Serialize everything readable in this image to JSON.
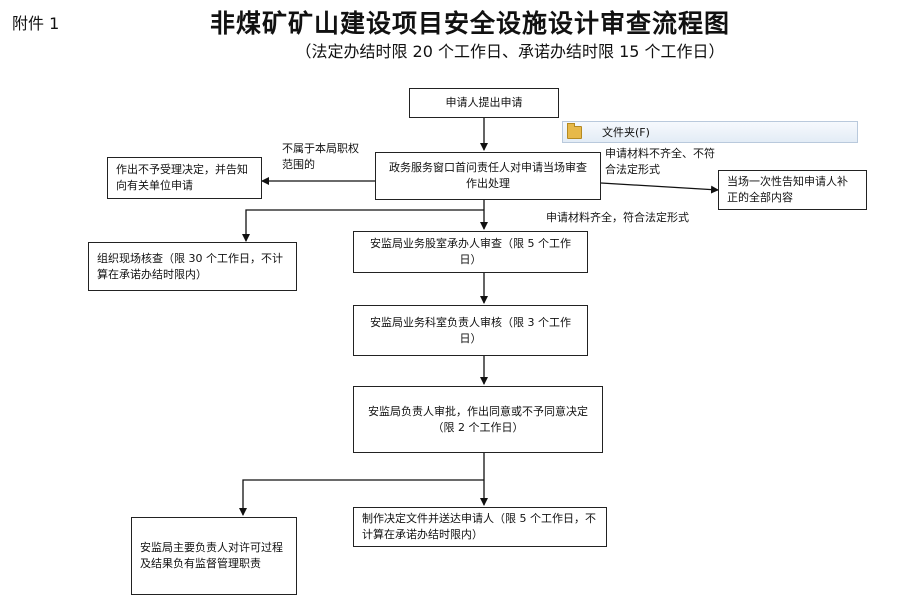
{
  "header": {
    "attachment": "附件 1",
    "title": "非煤矿矿山建设项目安全设施设计审查流程图",
    "subtitle": "（法定办结时限 20 个工作日、承诺办结时限 15 个工作日）"
  },
  "nodes": {
    "apply": "申请人提出申请",
    "window": "政务服务窗口首问责任人对申请当场审查作出处理",
    "reject": "作出不予受理决定，并告知向有关单位申请",
    "notify": "当场一次性告知申请人补正的全部内容",
    "site": "组织现场核查（限 30 个工作日，不计算在承诺办结时限内）",
    "review": "安监局业务股室承办人审查（限 5 个工作日）",
    "check": "安监局业务科室负责人审核（限 3 个工作日）",
    "approve": "安监局负责人审批，作出同意或不予同意决定（限 2 个工作日）",
    "supervise": "安监局主要负责人对许可过程及结果负有监督管理职责",
    "deliver": "制作决定文件并送达申请人（限 5 个工作日，不计算在承诺办结时限内）"
  },
  "edge_labels": {
    "out_of_scope": "不属于本局职权范围的",
    "incomplete": "申请材料不齐全、不符合法定形式",
    "complete": "申请材料齐全，符合法定形式"
  },
  "overlay": {
    "folder_label": "文件夹(F)"
  }
}
